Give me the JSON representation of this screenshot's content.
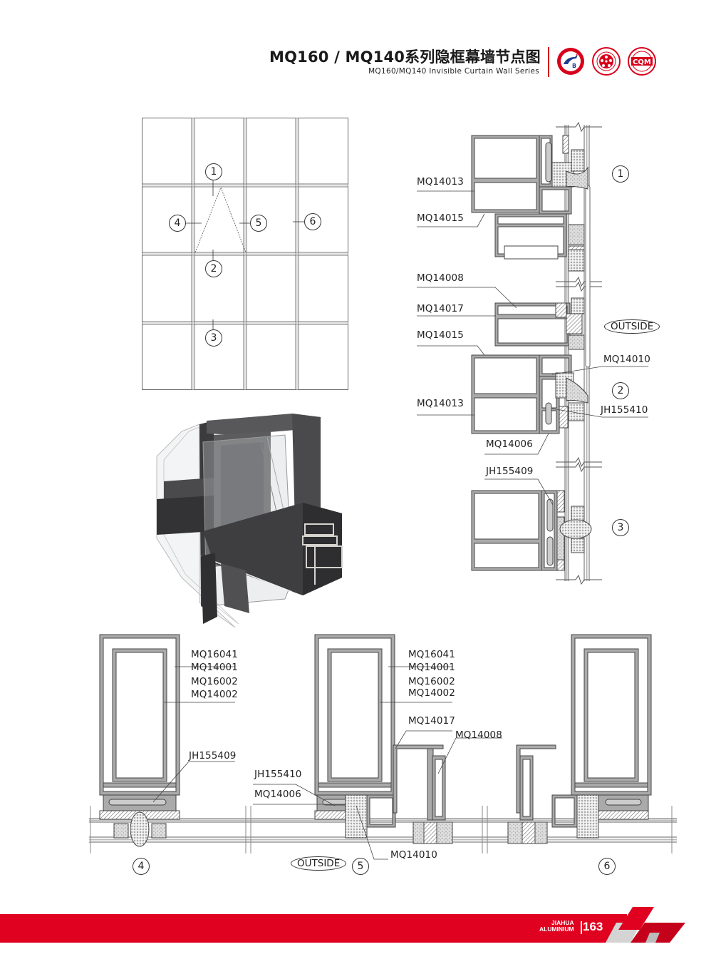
{
  "header": {
    "title": "MQ160 / MQ140系列隐框幕墙节点图",
    "subtitle": "MQ160/MQ140 Invisible Curtain Wall Series",
    "logos": [
      {
        "name": "gb-certification-logo",
        "text": "GB",
        "color": "#d9001b"
      },
      {
        "name": "quality-seal-logo",
        "text": "",
        "color": "#d9001b"
      },
      {
        "name": "cqm-certification-logo",
        "text": "CQM",
        "color": "#d9001b"
      }
    ],
    "accent_color": "#d9001b"
  },
  "elevation": {
    "grid_columns": 4,
    "grid_rows": 4,
    "markers": [
      {
        "id": "1",
        "label": "1"
      },
      {
        "id": "2",
        "label": "2"
      },
      {
        "id": "3",
        "label": "3"
      },
      {
        "id": "4",
        "label": "4"
      },
      {
        "id": "5",
        "label": "5"
      },
      {
        "id": "6",
        "label": "6"
      }
    ]
  },
  "vertical_section": {
    "labels_left": [
      {
        "text": "MQ14013"
      },
      {
        "text": "MQ14015"
      },
      {
        "text": "MQ14008"
      },
      {
        "text": "MQ14017"
      },
      {
        "text": "MQ14015"
      },
      {
        "text": "MQ14013"
      },
      {
        "text": "MQ14006"
      },
      {
        "text": "JH155409"
      }
    ],
    "labels_right": [
      {
        "text": "MQ14010"
      },
      {
        "text": "JH155410"
      }
    ],
    "outside_label": "OUTSIDE",
    "markers": [
      "1",
      "2",
      "3"
    ]
  },
  "horizontal_sections": [
    {
      "marker": "4",
      "labels": [
        "MQ16041",
        "MQ14001",
        "MQ16002",
        "MQ14002",
        "JH155409"
      ]
    },
    {
      "marker": "5",
      "labels": [
        "MQ16041",
        "MQ14001",
        "MQ16002",
        "MQ14002",
        "MQ14017",
        "MQ14008",
        "JH155410",
        "MQ14006",
        "MQ14010"
      ],
      "outside_label": "OUTSIDE"
    },
    {
      "marker": "6",
      "labels": []
    }
  ],
  "footer": {
    "brand_line1": "JIAHUA",
    "brand_line2": "ALUMINIUM",
    "page_number": "163",
    "band_color": "#e00020"
  }
}
